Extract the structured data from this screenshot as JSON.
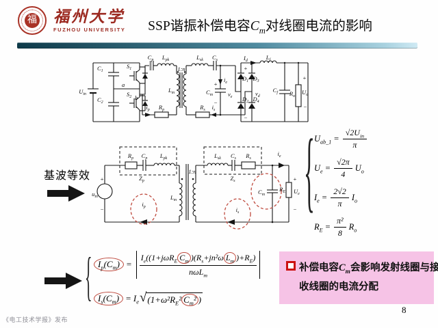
{
  "header": {
    "logo_char": "福",
    "university_cn": "福州大学",
    "university_en": "FUZHOU UNIVERSITY",
    "title": {
      "pre": "SSP谐振补偿电容",
      "var": [
        "C",
        "m"
      ],
      "post": "对线圈电流的影响"
    }
  },
  "section_labels": {
    "equiv": "基波等效"
  },
  "labels": {
    "U_in": [
      "U",
      "in"
    ],
    "u_in": [
      "u",
      "in"
    ],
    "C_1": [
      "C",
      "1"
    ],
    "C_2": [
      "C",
      "2"
    ],
    "S_1": [
      "S",
      "1"
    ],
    "S_2": [
      "S",
      "2"
    ],
    "a": [
      "a",
      ""
    ],
    "b": [
      "b",
      ""
    ],
    "C_p": [
      "C",
      "p"
    ],
    "L_pk": [
      "L",
      "pk"
    ],
    "i_p": [
      "i",
      "p"
    ],
    "R_p": [
      "R",
      "p"
    ],
    "L_m": [
      "L",
      "m"
    ],
    "ratio": [
      "1:n",
      ""
    ],
    "L_sk": [
      "L",
      "sk"
    ],
    "C_s": [
      "C",
      "s"
    ],
    "C_m": [
      "C",
      "m"
    ],
    "v_e": [
      "v",
      "e"
    ],
    "i_e": [
      "i",
      "e"
    ],
    "R_s": [
      "R",
      "s"
    ],
    "i_s": [
      "i",
      "s"
    ],
    "D_1": [
      "D",
      "1"
    ],
    "D_2": [
      "D",
      "2"
    ],
    "D_3": [
      "D",
      "3"
    ],
    "D_4": [
      "D",
      "4"
    ],
    "v_d": [
      "v",
      "d"
    ],
    "I_d": [
      "I",
      "d"
    ],
    "L_f": [
      "L",
      "f"
    ],
    "C_f": [
      "C",
      "f"
    ],
    "R_o": [
      "R",
      "o"
    ],
    "U_o": [
      "U",
      "o"
    ],
    "Z_p": [
      "Z",
      "p"
    ],
    "Z_s": [
      "Z",
      "s"
    ],
    "R_E": [
      "R",
      "E"
    ],
    "U_e": [
      "U",
      "e"
    ],
    "plus": [
      "+",
      ""
    ],
    "minus": [
      "−",
      ""
    ]
  },
  "fund_equations": {
    "brace": "{",
    "rows": [
      {
        "lhs": [
          "U",
          "ab_1"
        ],
        "eq": "=",
        "num": [
          "√2U",
          "in"
        ],
        "den": "π",
        "suf": [
          "",
          ""
        ]
      },
      {
        "lhs": [
          "U",
          "e"
        ],
        "eq": "=",
        "num": [
          "√2π",
          ""
        ],
        "den": "4",
        "suf": [
          "U",
          "o"
        ]
      },
      {
        "lhs": [
          "I",
          "e"
        ],
        "eq": "=",
        "num": [
          "2√2",
          ""
        ],
        "den": "π",
        "suf": [
          "I",
          "o"
        ]
      },
      {
        "lhs": [
          "R",
          "E"
        ],
        "eq": "=",
        "num": [
          "π²",
          ""
        ],
        "den": "8",
        "suf": [
          "R",
          "o"
        ]
      }
    ]
  },
  "bottom_equations": {
    "brace": "{",
    "ip": {
      "lhs": [
        "I",
        "p"
      ],
      "lhs2": [
        "(C",
        "m"
      ],
      "lhs3": [
        ")",
        ""
      ],
      "eq": "=",
      "n1": [
        "I",
        "e"
      ],
      "n2": [
        "((1+jω",
        ""
      ],
      "n3": [
        "R",
        "E"
      ],
      "nc1": [
        "C",
        "m"
      ],
      "n4": [
        ")(",
        ""
      ],
      "n5": [
        "R",
        "s"
      ],
      "n6": [
        "+jn²ω",
        ""
      ],
      "nc2": [
        "L",
        "m"
      ],
      "n7": [
        ")+",
        ""
      ],
      "n8": [
        "R",
        "E"
      ],
      "n9": [
        ")",
        ""
      ],
      "d1": [
        "nω",
        ""
      ],
      "d2": [
        "L",
        "m"
      ]
    },
    "is": {
      "lhs": [
        "I",
        "s"
      ],
      "lhs2": [
        "(C",
        "m"
      ],
      "lhs3": [
        ")",
        ""
      ],
      "eq": "=",
      "r1": [
        "I",
        "e"
      ],
      "sqrt": "√",
      "rad1": [
        "(1+ω²",
        ""
      ],
      "rad2": [
        "R",
        "E"
      ],
      "rad3": [
        "²",
        ""
      ],
      "radc1": [
        "C",
        "m"
      ],
      "radc2": [
        "²",
        ""
      ],
      "rad4": [
        ")",
        ""
      ]
    }
  },
  "note": {
    "pre": "补偿电容",
    "var": [
      "C",
      "m"
    ],
    "post": "会影响发射线圈与接",
    "line2": "收线圈的电流分配"
  },
  "page_number": "8",
  "footer": "《电工技术学报》发布",
  "colors": {
    "divider_dark": "#0e3a49",
    "divider_light": "#cfeaf4",
    "note_bg": "#f6c3e6",
    "annotation_red": "#bf4a3e",
    "bullet_red": "#cc1111",
    "brand_red": "#9c2a21",
    "arrow_yellow": "#ffe437",
    "arrow_outline": "#e8483a"
  }
}
